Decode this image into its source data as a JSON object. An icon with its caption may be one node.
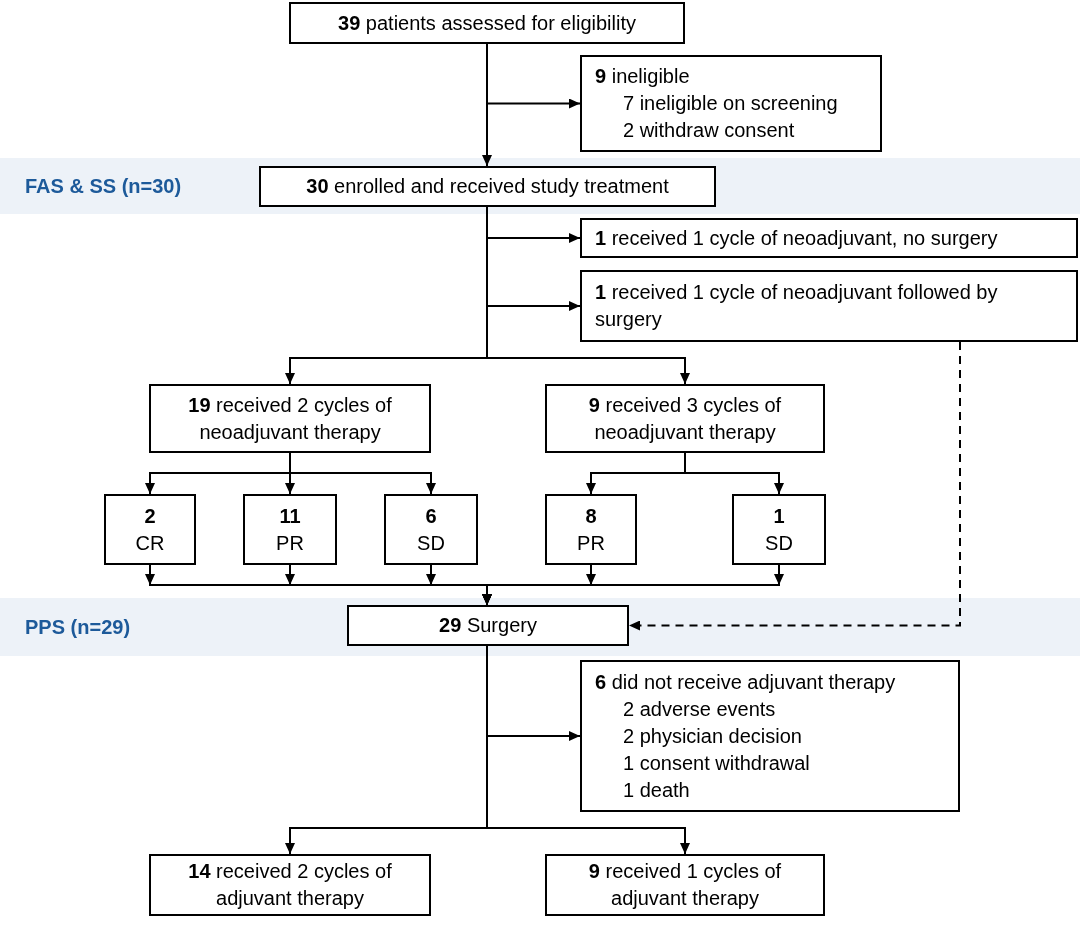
{
  "diagram": {
    "nodes": [
      {
        "text": [
          "**39** patients assessed for eligibility"
        ]
      },
      {
        "text": [
          "**9** ineligible",
          "7 ineligible on screening",
          "2 withdraw consent"
        ]
      },
      {
        "text": [
          "FAS & SS (n=30)"
        ]
      },
      {
        "text": [
          "**30** enrolled and received study treatment"
        ],
        "in": 2
      },
      {
        "text": [
          "**1** received 1 cycle of neoadjuvant, no surgery"
        ]
      },
      {
        "text": [
          "**1** received 1 cycle of neoadjuvant followed by surgery"
        ]
      },
      {
        "text": [
          "**19** received 2 cycles of neoadjuvant therapy"
        ]
      },
      {
        "text": [
          "**9** received 3 cycles of neoadjuvant therapy"
        ]
      },
      {
        "text": [
          "2",
          "CR"
        ]
      },
      {
        "text": [
          "11",
          "PR"
        ]
      },
      {
        "text": [
          "6",
          "SD"
        ]
      },
      {
        "text": [
          "8",
          "PR"
        ]
      },
      {
        "text": [
          "1",
          "SD"
        ]
      },
      {
        "text": [
          "PPS (n=29)"
        ]
      },
      {
        "text": [
          "**29** Surgery"
        ],
        "in": 13
      },
      {
        "text": [
          "**6** did not receive adjuvant therapy",
          "2 adverse events",
          "2 physician decision",
          "1 consent withdrawal",
          "1 death"
        ]
      },
      {
        "text": [
          "**14** received 2 cycles of adjuvant therapy"
        ]
      },
      {
        "text": [
          "**9** received 1 cycles of adjuvant therapy"
        ]
      }
    ],
    "edges": [
      {
        "from": 0,
        "to": 1,
        "arrow": "to"
      },
      {
        "from": 0,
        "to": 3,
        "arrow": "to"
      },
      {
        "from": 3,
        "to": 4,
        "arrow": "to"
      },
      {
        "from": 3,
        "to": 5,
        "arrow": "to"
      },
      {
        "from": 3,
        "to": 6,
        "arrow": "to"
      },
      {
        "from": 3,
        "to": 7,
        "arrow": "to"
      },
      {
        "from": 5,
        "to": 14,
        "arrow": "to",
        "style": "dashed"
      },
      {
        "from": 6,
        "to": 8,
        "arrow": "to"
      },
      {
        "from": 6,
        "to": 9,
        "arrow": "to"
      },
      {
        "from": 6,
        "to": 10,
        "arrow": "to"
      },
      {
        "from": 7,
        "to": 11,
        "arrow": "to"
      },
      {
        "from": 7,
        "to": 12,
        "arrow": "to"
      },
      {
        "from": 8,
        "to": 14,
        "arrow": "to"
      },
      {
        "from": 9,
        "to": 14,
        "arrow": "to"
      },
      {
        "from": 10,
        "to": 14,
        "arrow": "to"
      },
      {
        "from": 11,
        "to": 14,
        "arrow": "to"
      },
      {
        "from": 12,
        "to": 14,
        "arrow": "to"
      },
      {
        "from": 14,
        "to": 15,
        "arrow": "to"
      },
      {
        "from": 14,
        "to": 16,
        "arrow": "to"
      },
      {
        "from": 14,
        "to": 17,
        "arrow": "to"
      }
    ]
  }
}
